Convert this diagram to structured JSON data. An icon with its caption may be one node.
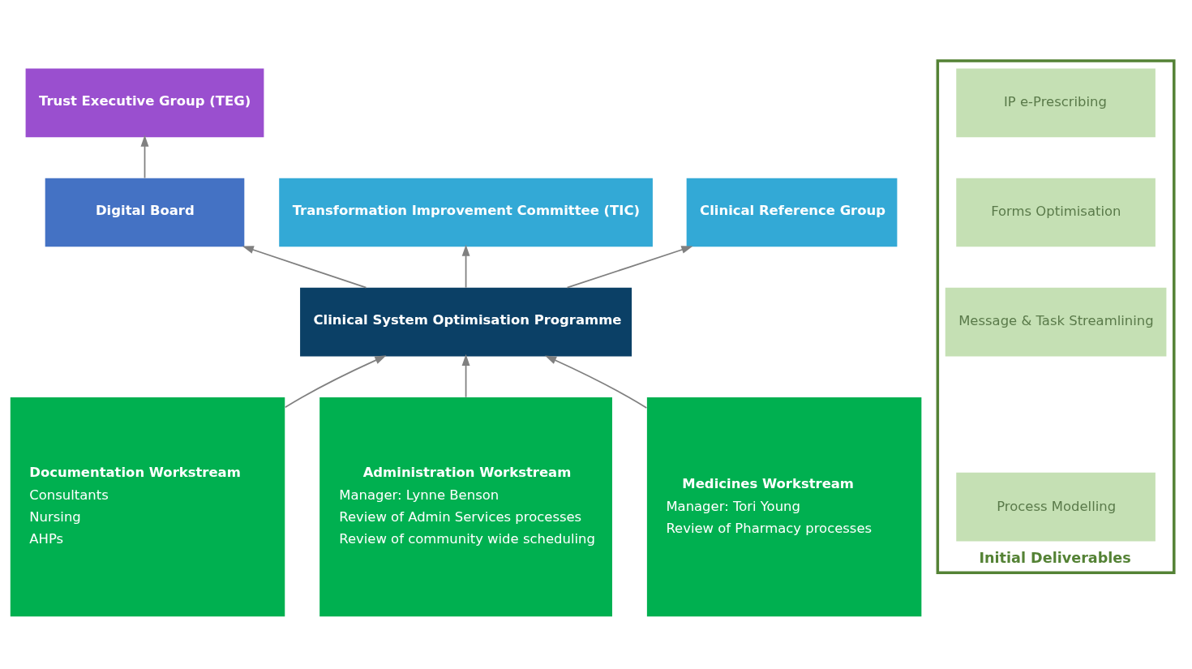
{
  "diagram": {
    "nodes": [
      {
        "text": [
          "Trust Executive Group (TEG)"
        ]
      },
      {
        "text": [
          "Digital Board"
        ]
      },
      {
        "text": [
          "Transformation Improvement Committee (TIC)"
        ]
      },
      {
        "text": [
          "Clinical System Optimisation Programme"
        ]
      },
      {
        "text": [
          "Clinical Reference Group"
        ]
      },
      {
        "text": [
          "Documentation Workstream",
          "Consultants",
          "Nursing",
          "AHPs"
        ]
      },
      {
        "text": [
          "Administration Workstream",
          "Manager: Lynne Benson",
          "Review of Admin Services processes",
          "Review of community wide scheduling"
        ]
      },
      {
        "text": [
          "Medicines Workstream",
          "Manager: Tori Young",
          "Review of Pharmacy processes"
        ]
      },
      {
        "text": [
          "Initial Deliverables"
        ]
      },
      {
        "text": [
          "IP e-Prescribing"
        ],
        "in": 8
      },
      {
        "text": [
          "Forms Optimisation"
        ],
        "in": 8
      },
      {
        "text": [
          "Message & Task Streamlining"
        ],
        "in": 8
      },
      {
        "text": [
          "Process Modelling"
        ],
        "in": 8
      }
    ],
    "edges": [
      {
        "from": 1,
        "to": 0,
        "arrow": "to"
      },
      {
        "from": 3,
        "to": 1,
        "arrow": "to"
      },
      {
        "from": 3,
        "to": 2,
        "arrow": "to"
      },
      {
        "from": 3,
        "to": 4,
        "arrow": "to"
      },
      {
        "from": 5,
        "to": 3,
        "arrow": "to"
      },
      {
        "from": 6,
        "to": 3,
        "arrow": "to"
      },
      {
        "from": 7,
        "to": 3,
        "arrow": "to"
      }
    ]
  }
}
